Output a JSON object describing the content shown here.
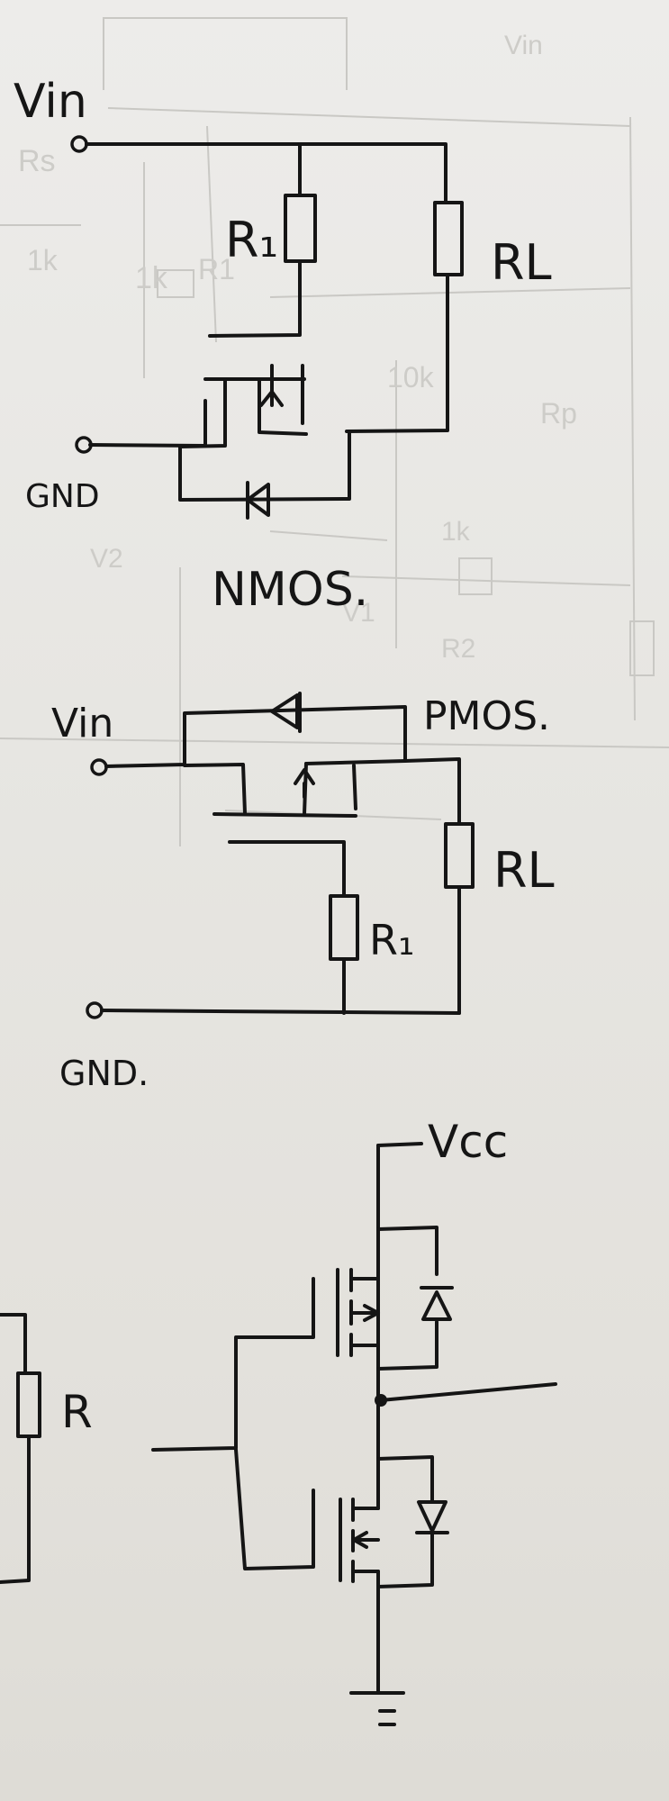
{
  "circuit_nmos": {
    "vin_label": "Vin",
    "r1_label": "R₁",
    "rl_label": "RL",
    "gnd_label": "GND",
    "type_label": "NMOS."
  },
  "circuit_pmos": {
    "vin_label": "Vin",
    "type_label": "PMOS.",
    "rl_label": "RL",
    "r1_label": "R₁",
    "gnd_label": "GND."
  },
  "circuit_halfbridge": {
    "vcc_label": "Vcc",
    "r_label": "R"
  },
  "colors": {
    "paper": "#e9e8e4",
    "ink": "#151515",
    "ghost_lines": "#c9c8c4"
  }
}
